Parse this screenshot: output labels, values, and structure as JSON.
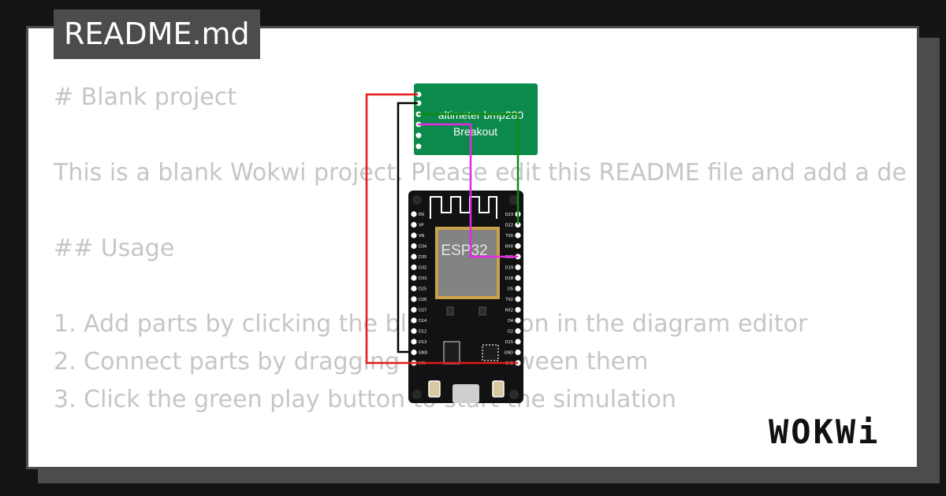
{
  "tab": {
    "label": "README.md"
  },
  "readme": {
    "heading": "# Blank project",
    "intro": "This is a blank Wokwi project. Please edit this README file and add a de",
    "usage_heading": "## Usage",
    "steps": [
      "1. Add parts by clicking the blue + button in the diagram editor",
      "2. Connect parts by dragging wires between them",
      "3. Click the green play button to start the simulation"
    ]
  },
  "sensor": {
    "title": "altimeter bmp280",
    "subtitle": "Breakout"
  },
  "board": {
    "chip_label": "ESP32",
    "left_pins": [
      "EN",
      "VP",
      "VN",
      "D34",
      "D35",
      "D32",
      "D33",
      "D25",
      "D26",
      "D27",
      "D14",
      "D12",
      "D13",
      "GND",
      "VIN"
    ],
    "right_pins": [
      "D23",
      "D22",
      "TX0",
      "RX0",
      "D21",
      "D19",
      "D18",
      "D5",
      "TX2",
      "RX2",
      "D4",
      "D2",
      "D15",
      "GND",
      "3V3"
    ]
  },
  "colors": {
    "wire_red": "#e41a1c",
    "wire_black": "#000000",
    "wire_magenta": "#e627e6",
    "wire_green": "#0e8a0e",
    "pcb_green": "#0b8a4b"
  },
  "logo": {
    "text": "WOKWi"
  }
}
